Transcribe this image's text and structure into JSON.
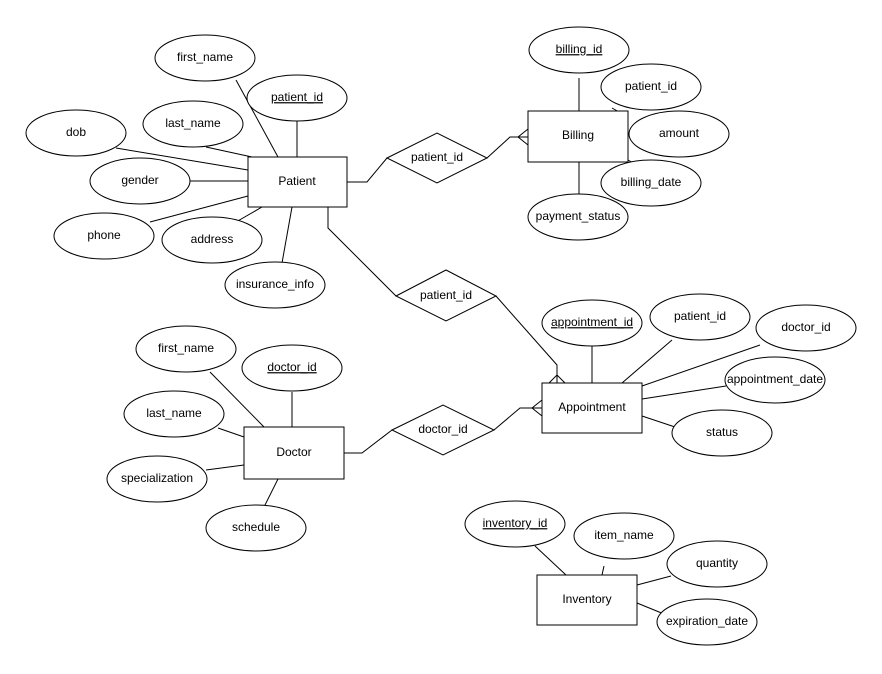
{
  "entities": {
    "patient": "Patient",
    "billing": "Billing",
    "doctor": "Doctor",
    "appointment": "Appointment",
    "inventory": "Inventory"
  },
  "relationships": {
    "patient_billing": "patient_id",
    "patient_appointment": "patient_id",
    "doctor_appointment": "doctor_id"
  },
  "attributes": {
    "patient": {
      "first_name": "first_name",
      "patient_id": "patient_id",
      "last_name": "last_name",
      "dob": "dob",
      "gender": "gender",
      "phone": "phone",
      "address": "address",
      "insurance_info": "insurance_info"
    },
    "billing": {
      "billing_id": "billing_id",
      "patient_id": "patient_id",
      "amount": "amount",
      "billing_date": "billing_date",
      "payment_status": "payment_status"
    },
    "appointment": {
      "appointment_id": "appointment_id",
      "patient_id": "patient_id",
      "doctor_id": "doctor_id",
      "appointment_date": "appointment_date",
      "status": "status"
    },
    "doctor": {
      "first_name": "first_name",
      "doctor_id": "doctor_id",
      "last_name": "last_name",
      "specialization": "specialization",
      "schedule": "schedule"
    },
    "inventory": {
      "inventory_id": "inventory_id",
      "item_name": "item_name",
      "quantity": "quantity",
      "expiration_date": "expiration_date"
    }
  },
  "colors": {
    "stroke": "#000000",
    "fill": "#ffffff",
    "text": "#000000"
  }
}
